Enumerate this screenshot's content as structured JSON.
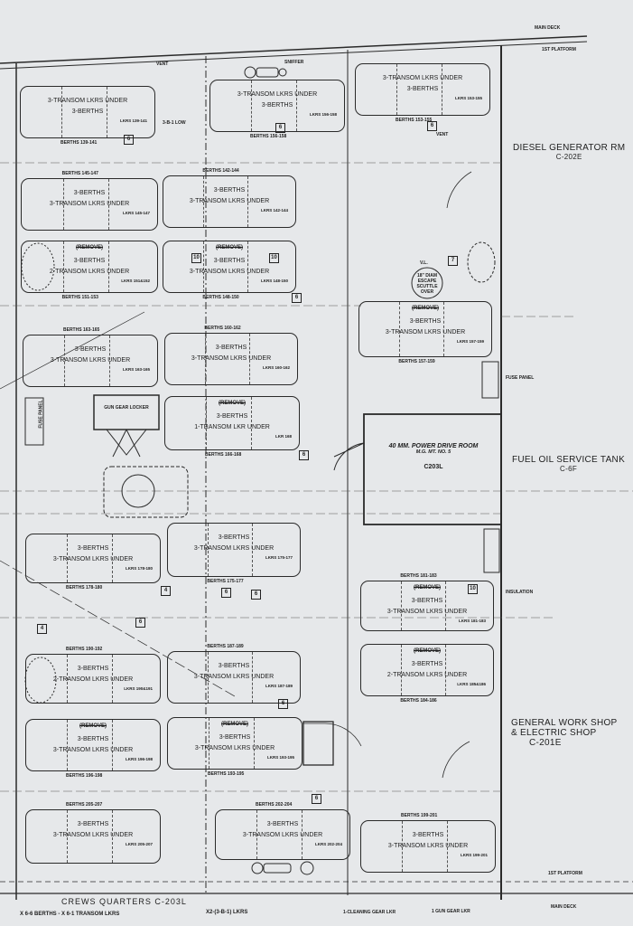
{
  "title": "CREWS QUARTERS C-203L",
  "deck_labels": {
    "main_deck_top": "MAIN DECK",
    "platform_top": "1ST PLATFORM",
    "platform_bottom": "1ST PLATFORM",
    "main_deck_bottom": "MAIN DECK"
  },
  "rooms": {
    "diesel": {
      "name": "DIESEL GENERATOR RM",
      "code": "C-202E"
    },
    "fuel": {
      "name": "FUEL OIL SERVICE TANK",
      "code": "C-6F"
    },
    "workshop": {
      "name1": "GENERAL WORK SHOP",
      "name2": "& ELECTRIC SHOP",
      "code": "C-201E"
    },
    "power_drive": {
      "name": "40 MM. POWER DRIVE ROOM",
      "sub": "M.G. MT. NO. 5",
      "code": "C203L"
    }
  },
  "annotations": {
    "gun_gear_locker": "GUN GEAR LOCKER",
    "escape_scuttle": "18\" DIAM ESCAPE SCUTTLE OVER",
    "vent": "VENT",
    "sniffer": "SNIFFER",
    "fuse_panel": "FUSE PANEL",
    "insulation": "INSULATION",
    "low_locker": "3-B-1 LOW",
    "legend_x2": "X2-(3-B-1) LKRS",
    "cleaning_gear": "1-CLEANING GEAR LKR",
    "gun_gear_lkr": "1 GUN GEAR LKR",
    "legend_left": "X 6-6 BERTHS - X 6-1 TRANSOM LKRS",
    "vl": "V.L."
  },
  "berths": [
    {
      "remove": "",
      "l1": "3-TRANSOM LKRS UNDER",
      "l2": "3-BERTHS",
      "lkrs": "LKRS 139-141",
      "caption": "BERTHS 139-141"
    },
    {
      "remove": "",
      "l1": "3-TRANSOM LKRS UNDER",
      "l2": "3-BERTHS",
      "lkrs": "LKRS 156-158",
      "caption": "BERTHS 156-158"
    },
    {
      "remove": "",
      "l1": "3-TRANSOM LKRS UNDER",
      "l2": "3-BERTHS",
      "lkrs": "LKRS 153-155",
      "caption": "BERTHS 153-155"
    },
    {
      "remove": "",
      "l1": "3-BERTHS",
      "l2": "3-TRANSOM LKRS UNDER",
      "lkrs": "LKRS 145-147",
      "caption": "BERTHS 145-147"
    },
    {
      "remove": "",
      "l1": "3-BERTHS",
      "l2": "3-TRANSOM LKRS UNDER",
      "lkrs": "LKRS 142-144",
      "caption": "BERTHS 142-144"
    },
    {
      "remove": "(REMOVE)",
      "l1": "3-BERTHS",
      "l2": "2-TRANSOM LKRS UNDER",
      "lkrs": "LKRS 151&152",
      "caption": "BERTHS 151-153"
    },
    {
      "remove": "(REMOVE)",
      "l1": "3-BERTHS",
      "l2": "3-TRANSOM LKRS UNDER",
      "lkrs": "LKRS 148-150",
      "caption": "BERTHS 148-150"
    },
    {
      "remove": "(REMOVE)",
      "l1": "3-BERTHS",
      "l2": "3-TRANSOM LKRS UNDER",
      "lkrs": "LKRS 157-159",
      "caption": "BERTHS 157-159"
    },
    {
      "remove": "",
      "l1": "3-BERTHS",
      "l2": "3-TRANSOM LKRS UNDER",
      "lkrs": "LKRS 163-165",
      "caption": "BERTHS 163-165"
    },
    {
      "remove": "",
      "l1": "3-BERTHS",
      "l2": "3-TRANSOM LKRS UNDER",
      "lkrs": "LKRS 160-162",
      "caption": "BERTHS 160-162"
    },
    {
      "remove": "(REMOVE)",
      "l1": "3-BERTHS",
      "l2": "1-TRANSOM LKR UNDER",
      "lkrs": "LKR 168",
      "caption": "BERTHS 166-168"
    },
    {
      "remove": "",
      "l1": "3-BERTHS",
      "l2": "3-TRANSOM LKRS UNDER",
      "lkrs": "LKRS 178-180",
      "caption": "BERTHS 178-180"
    },
    {
      "remove": "",
      "l1": "3-BERTHS",
      "l2": "3-TRANSOM LKRS UNDER",
      "lkrs": "LKRS 175-177",
      "caption": "BERTHS 175-177"
    },
    {
      "remove": "(REMOVE)",
      "l1": "3-BERTHS",
      "l2": "3-TRANSOM LKRS UNDER",
      "lkrs": "LKRS 181-183",
      "caption": "BERTHS 181-183"
    },
    {
      "remove": "(REMOVE)",
      "l1": "3-BERTHS",
      "l2": "2-TRANSOM LKRS UNDER",
      "lkrs": "LKRS 185&186",
      "caption": "BERTHS 184-186"
    },
    {
      "remove": "",
      "l1": "3-BERTHS",
      "l2": "2-TRANSOM LKRS UNDER",
      "lkrs": "LKRS 190&191",
      "caption": "BERTHS 190-192"
    },
    {
      "remove": "",
      "l1": "3-BERTHS",
      "l2": "3-TRANSOM LKRS UNDER",
      "lkrs": "LKRS 187-189",
      "caption": "BERTHS 187-189"
    },
    {
      "remove": "(REMOVE)",
      "l1": "3-BERTHS",
      "l2": "3-TRANSOM LKRS UNDER",
      "lkrs": "LKRS 196-198",
      "caption": "BERTHS 196-198"
    },
    {
      "remove": "(REMOVE)",
      "l1": "3-BERTHS",
      "l2": "3-TRANSOM LKRS UNDER",
      "lkrs": "LKRS 193-195",
      "caption": "BERTHS 193-195"
    },
    {
      "remove": "",
      "l1": "3-BERTHS",
      "l2": "3-TRANSOM LKRS UNDER",
      "lkrs": "LKRS 205-207",
      "caption": "BERTHS 205-207"
    },
    {
      "remove": "",
      "l1": "3-BERTHS",
      "l2": "3-TRANSOM LKRS UNDER",
      "lkrs": "LKRS 202-204",
      "caption": "BERTHS 202-204"
    },
    {
      "remove": "",
      "l1": "3-BERTHS",
      "l2": "3-TRANSOM LKRS UNDER",
      "lkrs": "LKRS 199-201",
      "caption": "BERTHS 199-201"
    }
  ],
  "tags": [
    "6",
    "6",
    "6",
    "10",
    "10",
    "6",
    "7",
    "6",
    "4",
    "6",
    "6",
    "10",
    "6",
    "4",
    "6",
    "6"
  ]
}
